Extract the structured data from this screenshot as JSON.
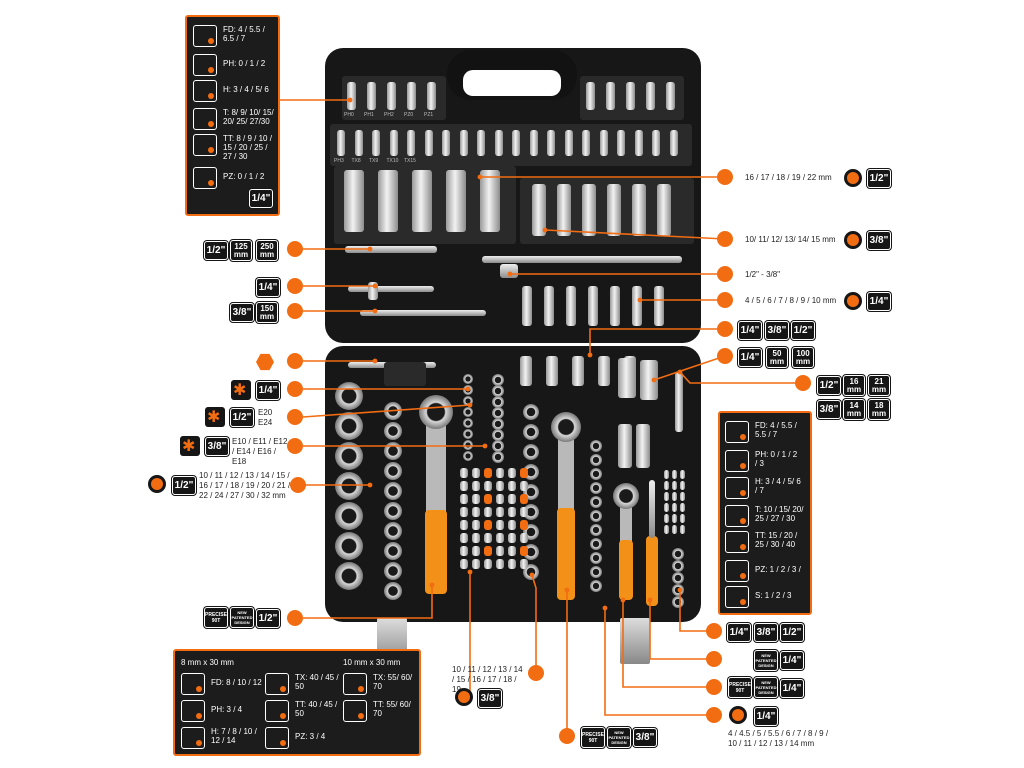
{
  "colors": {
    "accent": "#f26c12",
    "dark": "#161616",
    "panel": "#1c1c1c"
  },
  "icons": [
    "flat-bit-icon",
    "phillips-bit-icon",
    "hex-bit-icon",
    "torx-bit-icon",
    "tamper-torx-bit-icon",
    "pozidriv-bit-icon",
    "square-bit-icon",
    "hex-socket-icon",
    "torx-socket-icon",
    "ratchet-90t-icon",
    "patented-design-icon"
  ],
  "top_left_box": {
    "rows": [
      {
        "icon": "flat-bit-icon",
        "text": "FD: 4 / 5.5 / 6.5 / 7"
      },
      {
        "icon": "phillips-bit-icon",
        "text": "PH: 0 / 1 / 2"
      },
      {
        "icon": "hex-bit-icon",
        "text": "H: 3 / 4 / 5/ 6"
      },
      {
        "icon": "torx-bit-icon",
        "text": "T: 8/ 9/ 10/ 15/ 20/ 25/ 27/30"
      },
      {
        "icon": "tamper-torx-bit-icon",
        "text": "TT: 8 / 9 / 10 / 15 / 20 / 25 / 27 / 30"
      },
      {
        "icon": "pozidriv-bit-icon",
        "text": "PZ: 0 / 1 / 2"
      }
    ],
    "drive": "1/4\""
  },
  "right_box": {
    "rows": [
      {
        "icon": "flat-bit-icon",
        "text": "FD: 4 / 5.5 / 5.5 / 7"
      },
      {
        "icon": "phillips-bit-icon",
        "text": "PH: 0 / 1 / 2 / 3"
      },
      {
        "icon": "hex-bit-icon",
        "text": "H: 3 / 4 / 5/ 6 / 7"
      },
      {
        "icon": "torx-bit-icon",
        "text": "T: 10 / 15/ 20/ 25 / 27 / 30"
      },
      {
        "icon": "tamper-torx-bit-icon",
        "text": "TT: 15 / 20 / 25 / 30 / 40"
      },
      {
        "icon": "pozidriv-bit-icon",
        "text": "PZ: 1 / 2 / 3 /"
      },
      {
        "icon": "square-bit-icon",
        "text": "S: 1 / 2 / 3"
      }
    ]
  },
  "bottom_box": {
    "head_left": "8 mm x 30 mm",
    "head_right": "10 mm x 30 mm",
    "col1": [
      {
        "text": "FD: 8 / 10 / 12"
      },
      {
        "text": "PH: 3 / 4"
      },
      {
        "text": "H: 7 / 8 / 10 / 12 / 14"
      }
    ],
    "col2": [
      {
        "text": "TX: 40 / 45 / 50"
      },
      {
        "text": "TT: 40 / 45 / 50"
      },
      {
        "text": "PZ: 3 / 4"
      }
    ],
    "col3": [
      {
        "text": "TX: 55/ 60/ 70"
      },
      {
        "text": "TT: 55/ 60/ 70"
      }
    ]
  },
  "left": {
    "l1": {
      "b1": "1/2\"",
      "b2a": "125",
      "b2b": "mm",
      "b3a": "250",
      "b3b": "mm"
    },
    "l2": {
      "b1": "1/4\""
    },
    "l3": {
      "b1": "3/8\"",
      "b2a": "150",
      "b2b": "mm"
    },
    "l5": {
      "b1": "1/4\""
    },
    "l6": {
      "b1": "1/2\"",
      "text": "E20 E24"
    },
    "l7": {
      "b1": "3/8\"",
      "text": "E10 / E11 / E12 / E14 / E16 / E18"
    },
    "l8": {
      "b1": "1/2\"",
      "text": "10 / 11 / 12 / 13 / 14 / 15 / 16 / 17 / 18 / 19 / 20 / 21 / 22 / 24 / 27 / 30 / 32 mm"
    },
    "l9": {
      "small1": "PRECISE",
      "small2": "90T",
      "small3": "NEW PATENTED DESIGN",
      "b1": "1/2\""
    }
  },
  "right": {
    "r1": {
      "text": "16 / 17 / 18 / 19 / 22 mm",
      "b1": "1/2\""
    },
    "r2": {
      "text": "10/ 11/ 12/ 13/ 14/ 15 mm",
      "b1": "3/8\""
    },
    "r3": {
      "text": "1/2\" - 3/8\""
    },
    "r4": {
      "text": "4 / 5 / 6 / 7 / 8 / 9 / 10 mm",
      "b1": "1/4\""
    },
    "r5": {
      "b1": "1/4\"",
      "b2": "3/8\"",
      "b3": "1/2\""
    },
    "r6": {
      "b1": "1/4\"",
      "b2a": "50",
      "b2b": "mm",
      "b3a": "100",
      "b3b": "mm"
    },
    "r7": {
      "b1": "1/2\"",
      "b2a": "16",
      "b2b": "mm",
      "b3a": "21",
      "b3b": "mm",
      "b4": "3/8\"",
      "b5a": "14",
      "b5b": "mm",
      "b6a": "18",
      "b6b": "mm"
    },
    "r8": {
      "b1": "1/4\"",
      "b2": "3/8\"",
      "b3": "1/2\""
    },
    "r9": {
      "small": "NEW PATENTED DESIGN",
      "b1": "1/4\""
    },
    "r10": {
      "small1": "PRECISE",
      "small2": "90T",
      "small3": "NEW PATENTED DESIGN",
      "b1": "1/4\""
    },
    "r11": {
      "b1": "1/4\"",
      "text": "4 / 4.5 / 5 / 5.5 / 6 / 7 / 8 / 9 / 10 / 11 / 12 / 13 / 14 mm"
    }
  },
  "bottom": {
    "mid": {
      "text": "10 / 11 / 12 / 13 / 14 / 15 / 16 / 17 / 18 / 19",
      "b1": "3/8\""
    },
    "ratchet": {
      "small1": "PRECISE",
      "small2": "90T",
      "small3": "NEW PATENTED DESIGN",
      "b1": "3/8\""
    }
  },
  "case_labels": [
    "PH0",
    "PH1",
    "PH2",
    "PZ0",
    "PZ1",
    "PH3",
    "TX8",
    "TX9",
    "TX10",
    "TX15"
  ]
}
